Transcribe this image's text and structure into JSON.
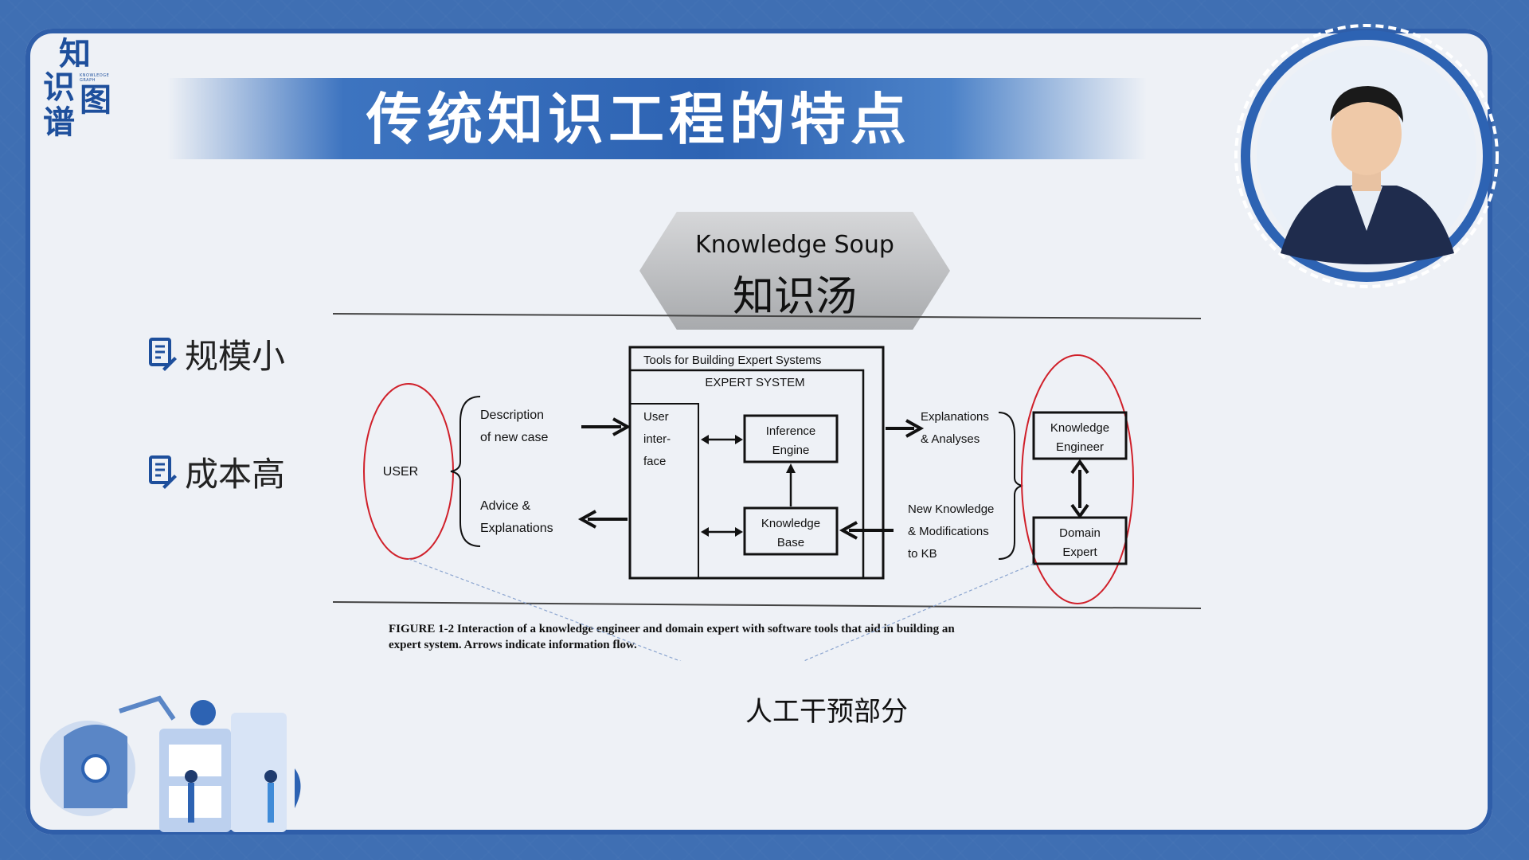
{
  "logo": {
    "chars": [
      "知",
      "识",
      "图",
      "谱"
    ],
    "small_text": "KNOWLEDGE GRAPH"
  },
  "title": "传统知识工程的特点",
  "badge": {
    "en": "Knowledge Soup",
    "cn": "知识汤"
  },
  "bullets": [
    {
      "icon": "document-edit-icon",
      "label": "规模小"
    },
    {
      "icon": "document-edit-icon",
      "label": "成本高"
    }
  ],
  "diagram": {
    "outer_title": "Tools for Building Expert Systems",
    "inner_title": "EXPERT SYSTEM",
    "user": "USER",
    "input_top": [
      "Description",
      "of new case"
    ],
    "input_bottom": [
      "Advice &",
      "Explanations"
    ],
    "ui": [
      "User",
      "inter-",
      "face"
    ],
    "inference": [
      "Inference",
      "Engine"
    ],
    "kb": [
      "Knowledge",
      "Base"
    ],
    "right_top": [
      "Explanations",
      "& Analyses"
    ],
    "right_bottom": [
      "New Knowledge",
      "& Modifications",
      "to KB"
    ],
    "ke": [
      "Knowledge",
      "Engineer"
    ],
    "de": [
      "Domain",
      "Expert"
    ],
    "caption_line1": "FIGURE 1-2   Interaction of a knowledge engineer and domain expert with software tools that aid in building an",
    "caption_line2": "expert system. Arrows indicate information flow."
  },
  "annotation": "人工干预部分",
  "colors": {
    "accent": "#2d63b3",
    "circle": "#d0202a",
    "frame": "#3f6fb3"
  }
}
